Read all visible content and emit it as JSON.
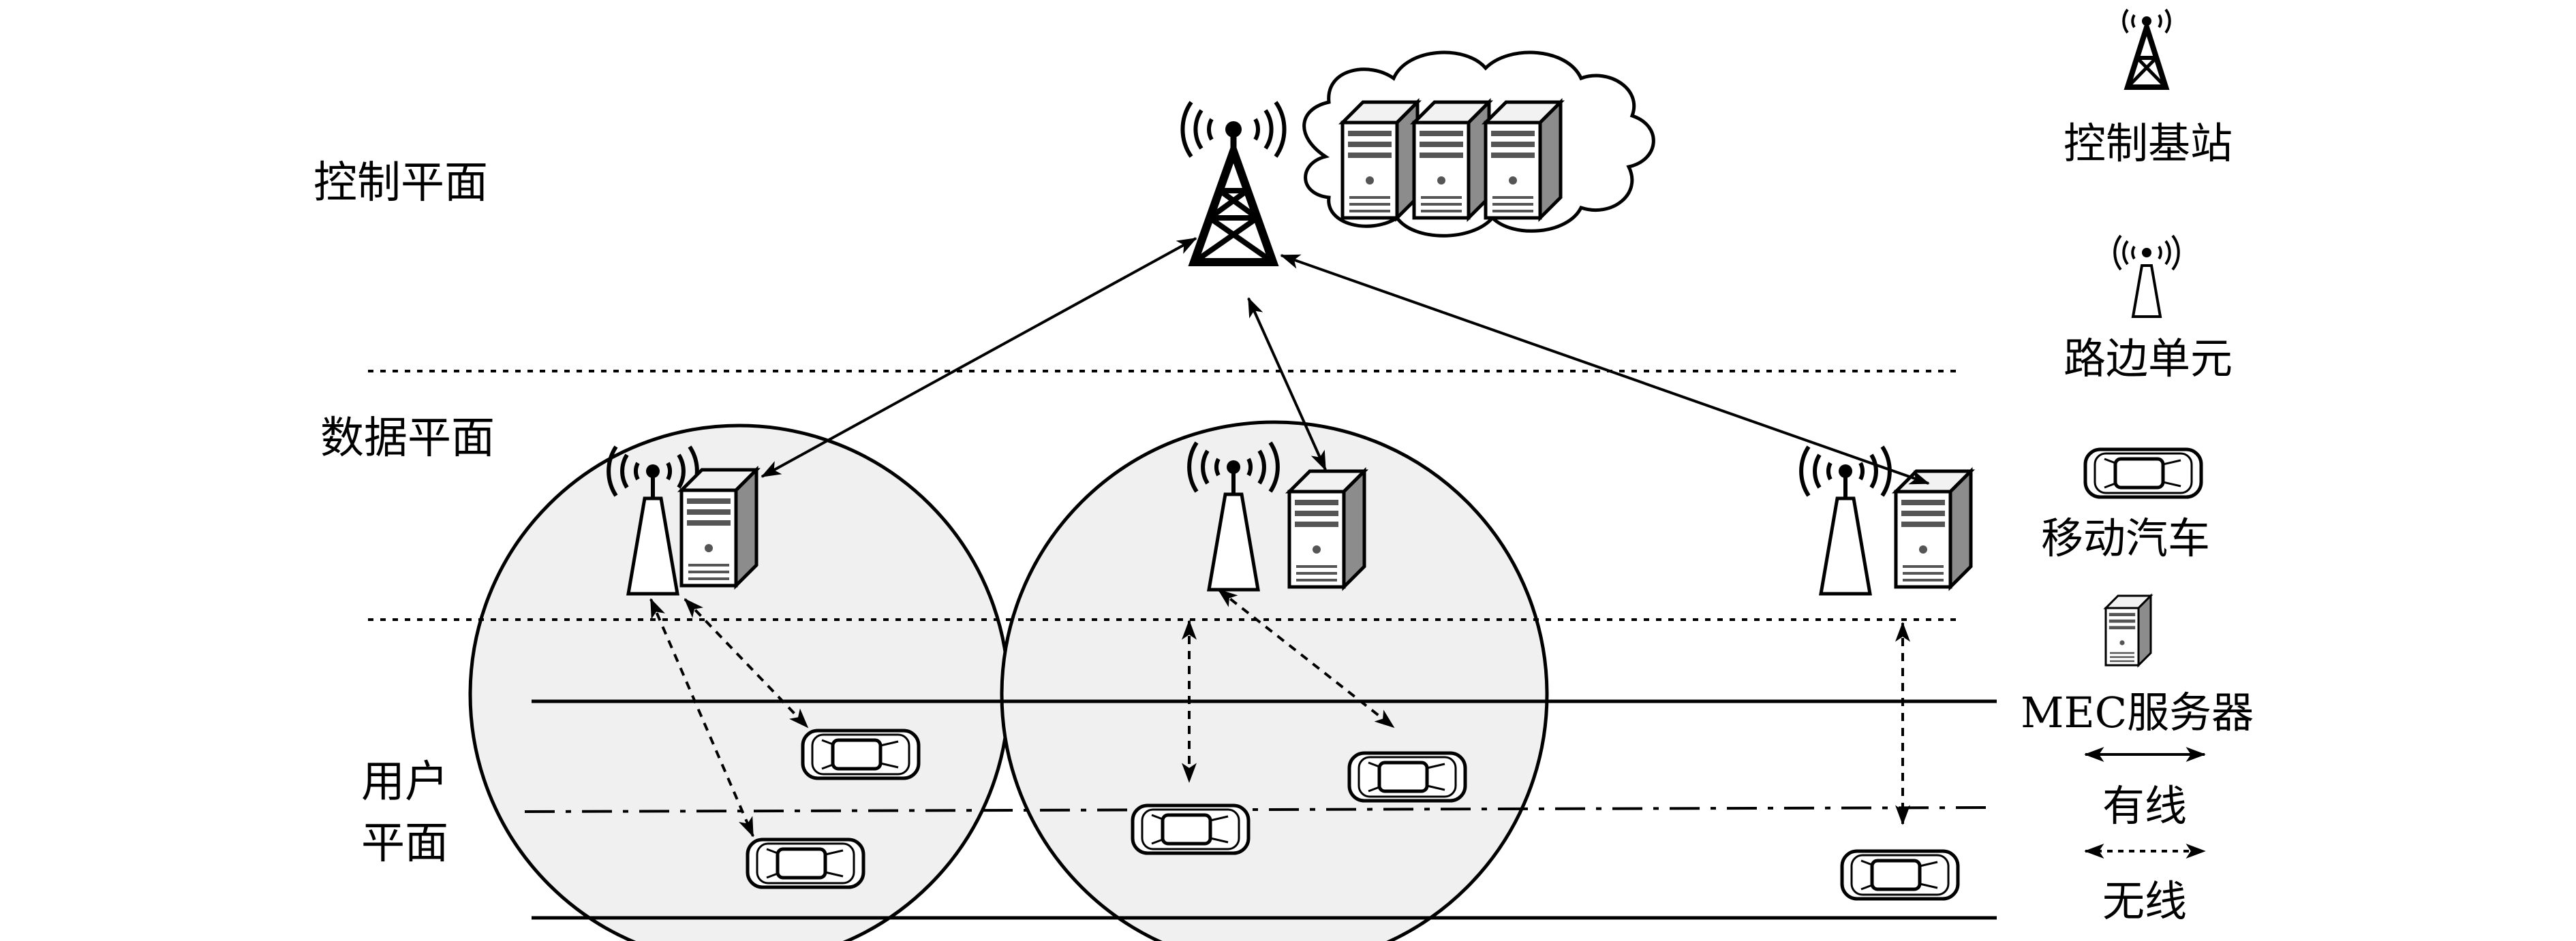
{
  "planes": {
    "control": "控制平面",
    "data": "数据平面",
    "user_line1": "用户",
    "user_line2": "平面"
  },
  "legend": {
    "control_bs": "控制基站",
    "rsu": "路边单元",
    "car": "移动汽车",
    "mec": "MEC服务器",
    "wired": "有线",
    "wireless": "无线"
  },
  "icons": [
    "tower-icon",
    "cloud-icon",
    "server-icon",
    "rsu-icon",
    "car-icon",
    "arrow-icon"
  ],
  "colors": {
    "circle_fill": "#f0f0f0",
    "stroke": "#000000",
    "background": "#ffffff"
  }
}
